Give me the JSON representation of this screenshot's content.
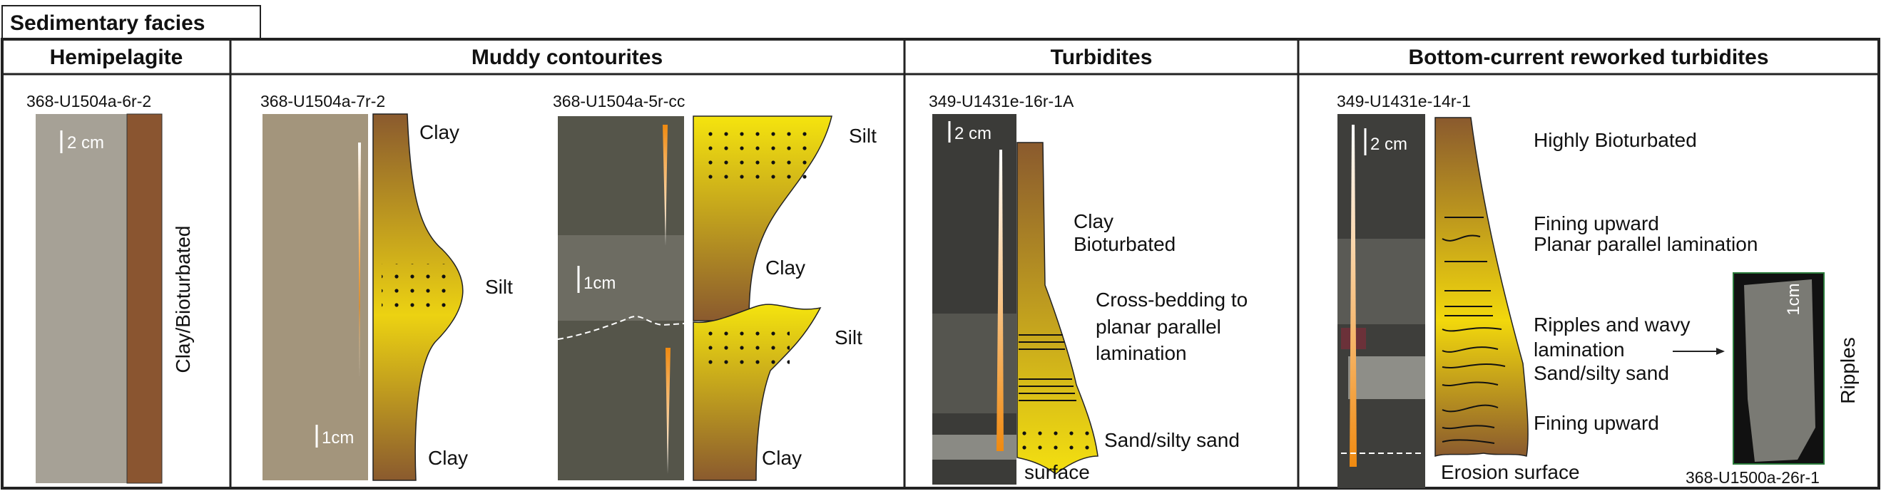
{
  "title": "Sedimentary facies",
  "columns": [
    {
      "header": "Hemipelagite"
    },
    {
      "header": "Muddy contourites"
    },
    {
      "header": "Turbidites"
    },
    {
      "header": "Bottom-current reworked turbidites"
    }
  ],
  "hemipelagite": {
    "sample": "368-U1504a-6r-2",
    "scale": "2 cm",
    "facies": "Clay/Bioturbated"
  },
  "muddy": {
    "a": {
      "sample": "368-U1504a-7r-2",
      "scale": "1cm",
      "top": "Clay",
      "mid": "Silt",
      "bottom": "Clay"
    },
    "b": {
      "sample": "368-U1504a-5r-cc",
      "scale": "1cm",
      "top": "Silt",
      "mid": "Clay",
      "lower": "Silt",
      "bottom": "Clay"
    }
  },
  "turbidites": {
    "sample": "349-U1431e-16r-1A",
    "scale": "2 cm",
    "clay": "Clay",
    "bioturbated": "Bioturbated",
    "cross1": "Cross-bedding to",
    "cross2": "planar parallel",
    "cross3": "lamination",
    "sand": "Sand/silty sand",
    "surface": "surface"
  },
  "reworked": {
    "sample": "349-U1431e-14r-1",
    "scale": "2 cm",
    "highly": "Highly Bioturbated",
    "fining1": "Fining upward",
    "planar": "Planar parallel lamination",
    "ripples1": "Ripples and wavy",
    "ripples2": "lamination",
    "sand": "Sand/silty sand",
    "fining2": "Fining upward",
    "erosion": "Erosion surface",
    "inset_sample": "368-U1500a-26r-1",
    "inset_scale": "1cm",
    "inset_label": "Ripples"
  },
  "colors": {
    "brown": "#8a5a2e",
    "yellow": "#f2dc10",
    "border": "#222222"
  }
}
